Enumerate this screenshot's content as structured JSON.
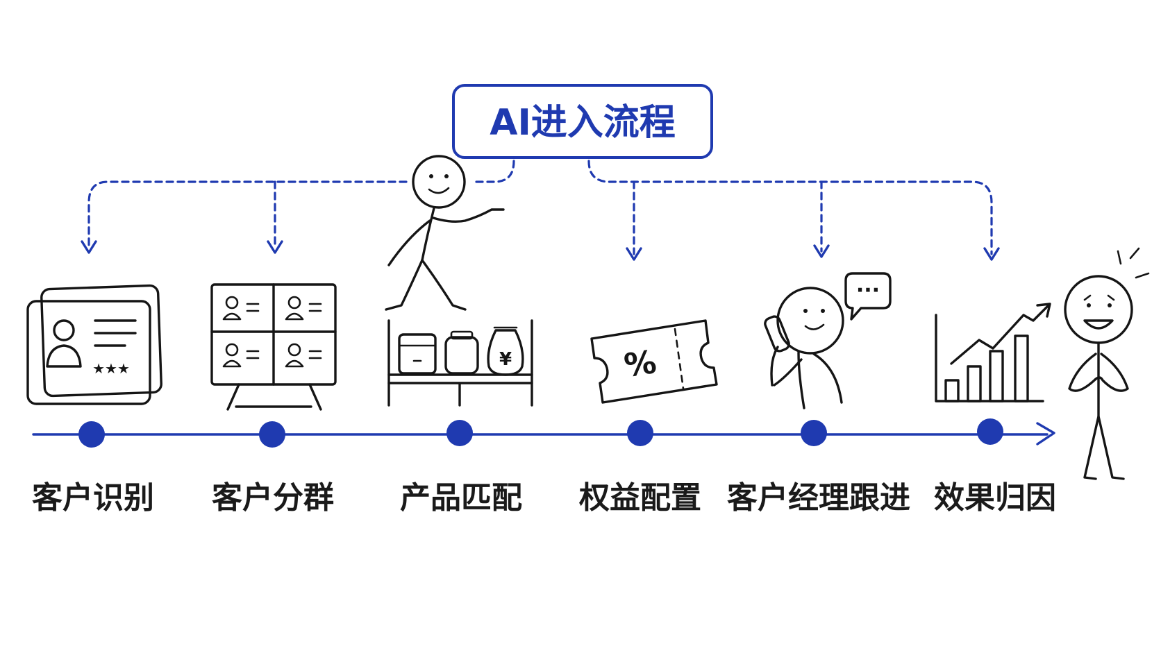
{
  "title": "AI进入流程",
  "colors": {
    "accent": "#1f3ab0",
    "ink": "#151515",
    "background": "#ffffff"
  },
  "stages": [
    {
      "label": "客户识别",
      "icon": "id-card-icon",
      "ai_arrow": true
    },
    {
      "label": "客户分群",
      "icon": "customer-grid-board-icon",
      "ai_arrow": true
    },
    {
      "label": "产品匹配",
      "icon": "product-shelf-icon",
      "ai_arrow": false
    },
    {
      "label": "权益配置",
      "icon": "discount-ticket-icon",
      "ai_arrow": true
    },
    {
      "label": "客户经理跟进",
      "icon": "phone-call-person-icon",
      "ai_arrow": true
    },
    {
      "label": "效果归因",
      "icon": "growth-bar-chart-icon",
      "ai_arrow": true
    }
  ],
  "decor": {
    "walker": "walking-stick-figure-icon",
    "happy_person": "happy-person-icon",
    "bag_symbol": "¥",
    "ticket_symbol": "%",
    "speech_dots": "···"
  }
}
